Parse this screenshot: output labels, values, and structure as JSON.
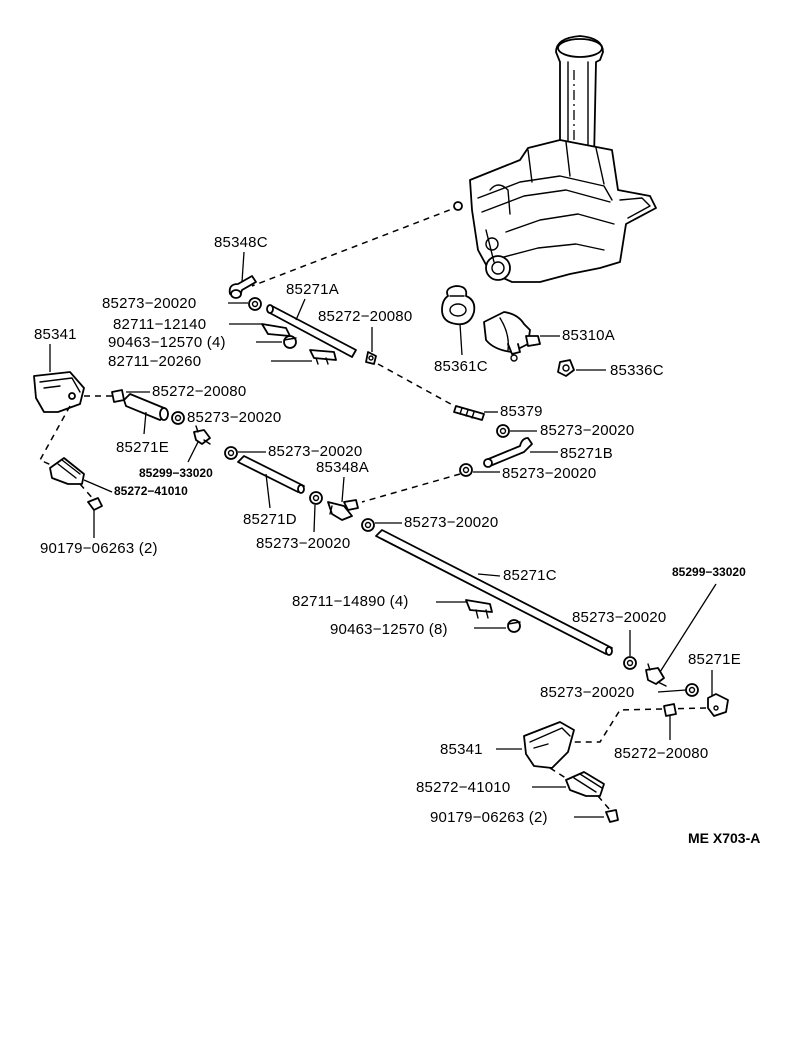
{
  "diagram": {
    "code": "ME  X703-A",
    "labels": {
      "l85348C": "85348C",
      "l85271A": "85271A",
      "l85273_1": "85273−20020",
      "l85272_1": "85272−20080",
      "l82711_12140": "82711−12140",
      "l90463_1": "90463−12570 (4)",
      "l82711_20260": "82711−20260",
      "l85341_a": "85341",
      "l85272_2": "85272−20080",
      "l85273_2": "85273−20020",
      "l85271E_a": "85271E",
      "l85299_a": "85299−33020",
      "l85272_41010_a": "85272−41010",
      "l90179_a": "90179−06263 (2)",
      "l85361C": "85361C",
      "l85310A": "85310A",
      "l85336C": "85336C",
      "l85379": "85379",
      "l85273_3": "85273−20020",
      "l85271B": "85271B",
      "l85273_4": "85273−20020",
      "l85273_5": "85273−20020",
      "l85348A": "85348A",
      "l85271D": "85271D",
      "l85273_6": "85273−20020",
      "l85273_7": "85273−20020",
      "l85271C": "85271C",
      "l82711_14890": "82711−14890 (4)",
      "l90463_2": "90463−12570 (8)",
      "l85299_b": "85299−33020",
      "l85273_8": "85273−20020",
      "l85271E_b": "85271E",
      "l85273_9": "85273−20020",
      "l85341_b": "85341",
      "l85272_3": "85272−20080",
      "l85272_41010_b": "85272−41010",
      "l90179_b": "90179−06263 (2)"
    }
  }
}
